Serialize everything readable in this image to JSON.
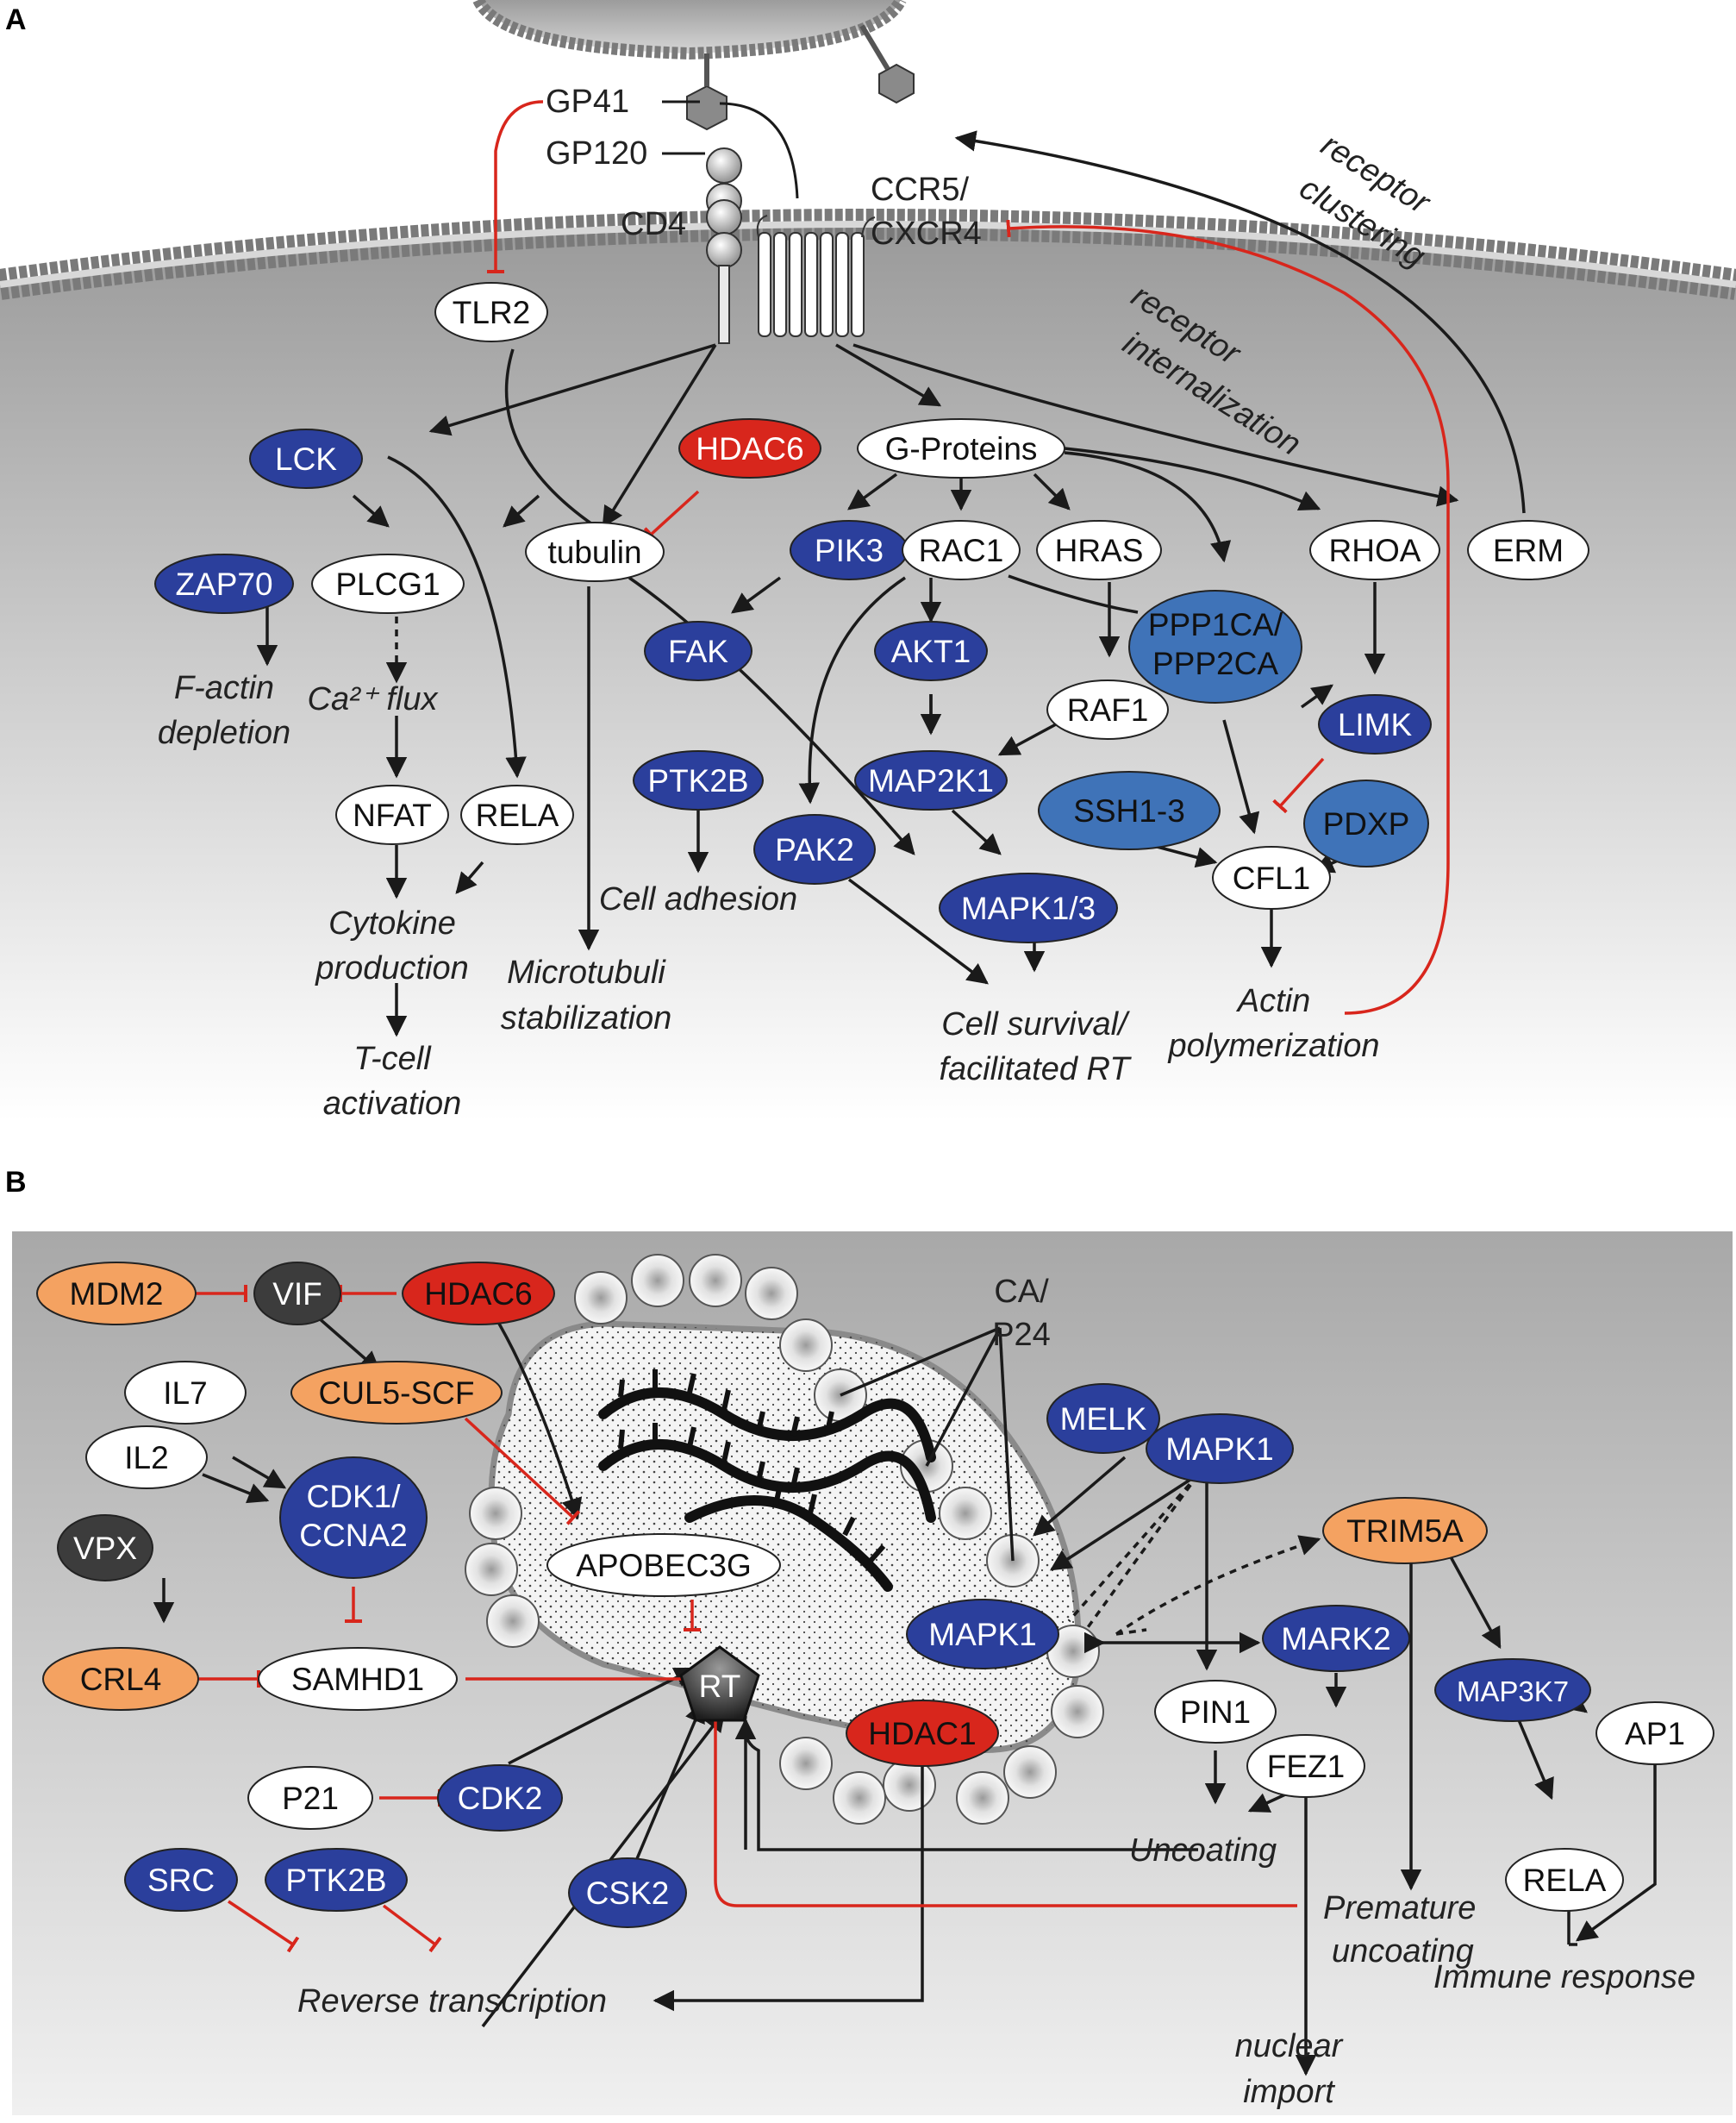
{
  "colors": {
    "dark_blue": "#2b3f9c",
    "mid_blue": "#3f73b8",
    "red": "#d8261c",
    "orange": "#f4a261",
    "dark_gray": "#3c3c3c",
    "white": "#ffffff",
    "inhibit_red": "#d8261c",
    "arrow": "#1a1a1a"
  },
  "panel_a": {
    "letter": "A",
    "labels": {
      "gp41": "GP41",
      "gp120": "GP120",
      "cd4": "CD4",
      "ccr5_1": "CCR5/",
      "ccr5_2": "CXCR4",
      "receptor_clustering_1": "receptor",
      "receptor_clustering_2": "clustering",
      "receptor_internalization_1": "receptor",
      "receptor_internalization_2": "internalization",
      "factin_1": "F-actin",
      "factin_2": "depletion",
      "ca_flux": "Ca²⁺ flux",
      "cytokine_1": "Cytokine",
      "cytokine_2": "production",
      "tcell_1": "T-cell",
      "tcell_2": "activation",
      "microtubuli_1": "Microtubuli",
      "microtubuli_2": "stabilization",
      "cell_adhesion": "Cell adhesion",
      "survival_1": "Cell survival/",
      "survival_2": "facilitated RT",
      "actin_1": "Actin",
      "actin_2": "polymerization"
    },
    "nodes": [
      {
        "id": "TLR2",
        "label": "TLR2",
        "color": "white"
      },
      {
        "id": "LCK",
        "label": "LCK",
        "color": "dark_blue"
      },
      {
        "id": "HDAC6",
        "label": "HDAC6",
        "color": "red"
      },
      {
        "id": "GPROT",
        "label": "G-Proteins",
        "color": "white"
      },
      {
        "id": "ZAP70",
        "label": "ZAP70",
        "color": "dark_blue"
      },
      {
        "id": "PLCG1",
        "label": "PLCG1",
        "color": "white"
      },
      {
        "id": "TUBULIN",
        "label": "tubulin",
        "color": "white"
      },
      {
        "id": "PIK3",
        "label": "PIK3",
        "color": "dark_blue"
      },
      {
        "id": "RAC1",
        "label": "RAC1",
        "color": "white"
      },
      {
        "id": "HRAS",
        "label": "HRAS",
        "color": "white"
      },
      {
        "id": "RHOA",
        "label": "RHOA",
        "color": "white"
      },
      {
        "id": "ERM",
        "label": "ERM",
        "color": "white"
      },
      {
        "id": "FAK",
        "label": "FAK",
        "color": "dark_blue"
      },
      {
        "id": "AKT1",
        "label": "AKT1",
        "color": "dark_blue"
      },
      {
        "id": "PPP",
        "label": "PPP1CA/",
        "label2": "PPP2CA",
        "color": "mid_blue"
      },
      {
        "id": "RAF1",
        "label": "RAF1",
        "color": "white"
      },
      {
        "id": "LIMK",
        "label": "LIMK",
        "color": "dark_blue"
      },
      {
        "id": "PTK2B",
        "label": "PTK2B",
        "color": "dark_blue"
      },
      {
        "id": "MAP2K1",
        "label": "MAP2K1",
        "color": "dark_blue"
      },
      {
        "id": "SSH",
        "label": "SSH1-3",
        "color": "mid_blue"
      },
      {
        "id": "PDXP",
        "label": "PDXP",
        "color": "mid_blue"
      },
      {
        "id": "NFAT",
        "label": "NFAT",
        "color": "white"
      },
      {
        "id": "RELA",
        "label": "RELA",
        "color": "white"
      },
      {
        "id": "PAK2",
        "label": "PAK2",
        "color": "dark_blue"
      },
      {
        "id": "CFL1",
        "label": "CFL1",
        "color": "white"
      },
      {
        "id": "MAPK13",
        "label": "MAPK1/3",
        "color": "dark_blue"
      }
    ]
  },
  "panel_b": {
    "letter": "B",
    "labels": {
      "ca_1": "CA/",
      "ca_2": "P24",
      "uncoating": "Uncoating",
      "premature_1": "Premature",
      "premature_2": "uncoating",
      "reverse": "Reverse transcription",
      "nuclear_1": "nuclear",
      "nuclear_2": "import",
      "immune": "Immune response"
    },
    "nodes": [
      {
        "id": "MDM2",
        "label": "MDM2",
        "color": "orange"
      },
      {
        "id": "VIF",
        "label": "VIF",
        "color": "dark_gray"
      },
      {
        "id": "HDAC6B",
        "label": "HDAC6",
        "color": "red"
      },
      {
        "id": "IL7",
        "label": "IL7",
        "color": "white"
      },
      {
        "id": "CUL5",
        "label": "CUL5-SCF",
        "color": "orange"
      },
      {
        "id": "IL2",
        "label": "IL2",
        "color": "white"
      },
      {
        "id": "CDK1",
        "label": "CDK1/",
        "label2": "CCNA2",
        "color": "dark_blue"
      },
      {
        "id": "VPX",
        "label": "VPX",
        "color": "dark_gray"
      },
      {
        "id": "APOBEC",
        "label": "APOBEC3G",
        "color": "white"
      },
      {
        "id": "MELK",
        "label": "MELK",
        "color": "dark_blue"
      },
      {
        "id": "MAPK1A",
        "label": "MAPK1",
        "color": "dark_blue"
      },
      {
        "id": "TRIM5A",
        "label": "TRIM5A",
        "color": "orange"
      },
      {
        "id": "CRL4",
        "label": "CRL4",
        "color": "orange"
      },
      {
        "id": "SAMHD1",
        "label": "SAMHD1",
        "color": "white"
      },
      {
        "id": "MAPK1B",
        "label": "MAPK1",
        "color": "dark_blue"
      },
      {
        "id": "MARK2",
        "label": "MARK2",
        "color": "dark_blue"
      },
      {
        "id": "PIN1",
        "label": "PIN1",
        "color": "white"
      },
      {
        "id": "MAP3K7",
        "label": "MAP3K7",
        "color": "dark_blue"
      },
      {
        "id": "HDAC1",
        "label": "HDAC1",
        "color": "red"
      },
      {
        "id": "FEZ1",
        "label": "FEZ1",
        "color": "white"
      },
      {
        "id": "P21",
        "label": "P21",
        "color": "white"
      },
      {
        "id": "CDK2",
        "label": "CDK2",
        "color": "dark_blue"
      },
      {
        "id": "AP1",
        "label": "AP1",
        "color": "white"
      },
      {
        "id": "SRC",
        "label": "SRC",
        "color": "dark_blue"
      },
      {
        "id": "PTK2BB",
        "label": "PTK2B",
        "color": "dark_blue"
      },
      {
        "id": "CSK2",
        "label": "CSK2",
        "color": "dark_blue"
      },
      {
        "id": "RELAB",
        "label": "RELA",
        "color": "white"
      },
      {
        "id": "RT",
        "label": "RT",
        "color": "dark_gray"
      }
    ]
  }
}
